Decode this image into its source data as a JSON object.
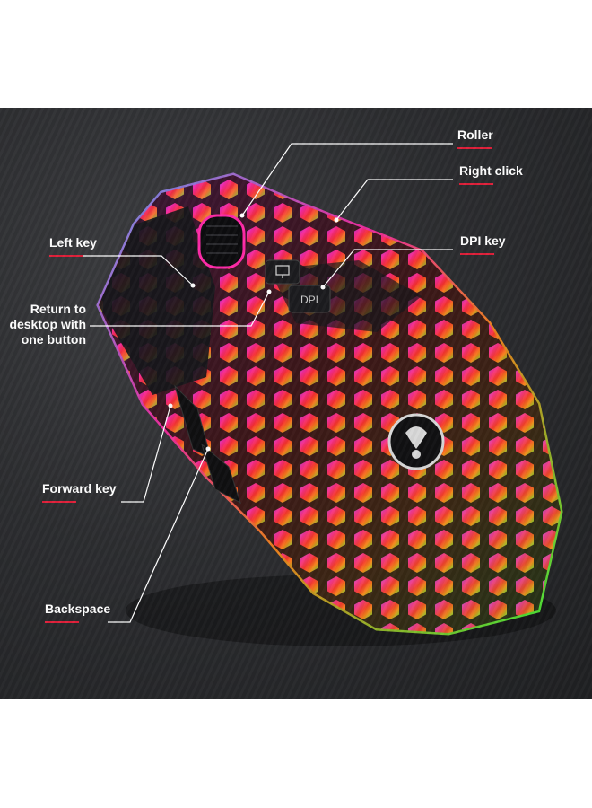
{
  "callouts": {
    "roller": "Roller",
    "right_click": "Right click",
    "left_key": "Left key",
    "dpi_key": "DPI key",
    "return_line1": "Return to",
    "return_line2": "desktop with",
    "return_line3": "one button",
    "forward_key": "Forward key",
    "backspace": "Backspace"
  },
  "colors": {
    "background": "#2c2d30",
    "mouse_body": "#141416",
    "label_text": "#ffffff",
    "accent_underline": "#e0203a",
    "glow_pink": "#ff2aa8",
    "glow_red": "#ff3030",
    "glow_orange": "#ff8a1a",
    "glow_green": "#3cff3a",
    "glow_purple": "#b040ff"
  },
  "icons": {
    "logo": "scorpion-logo-icon",
    "desktop_button": "monitor-icon",
    "dpi_button": "dpi-icon"
  }
}
